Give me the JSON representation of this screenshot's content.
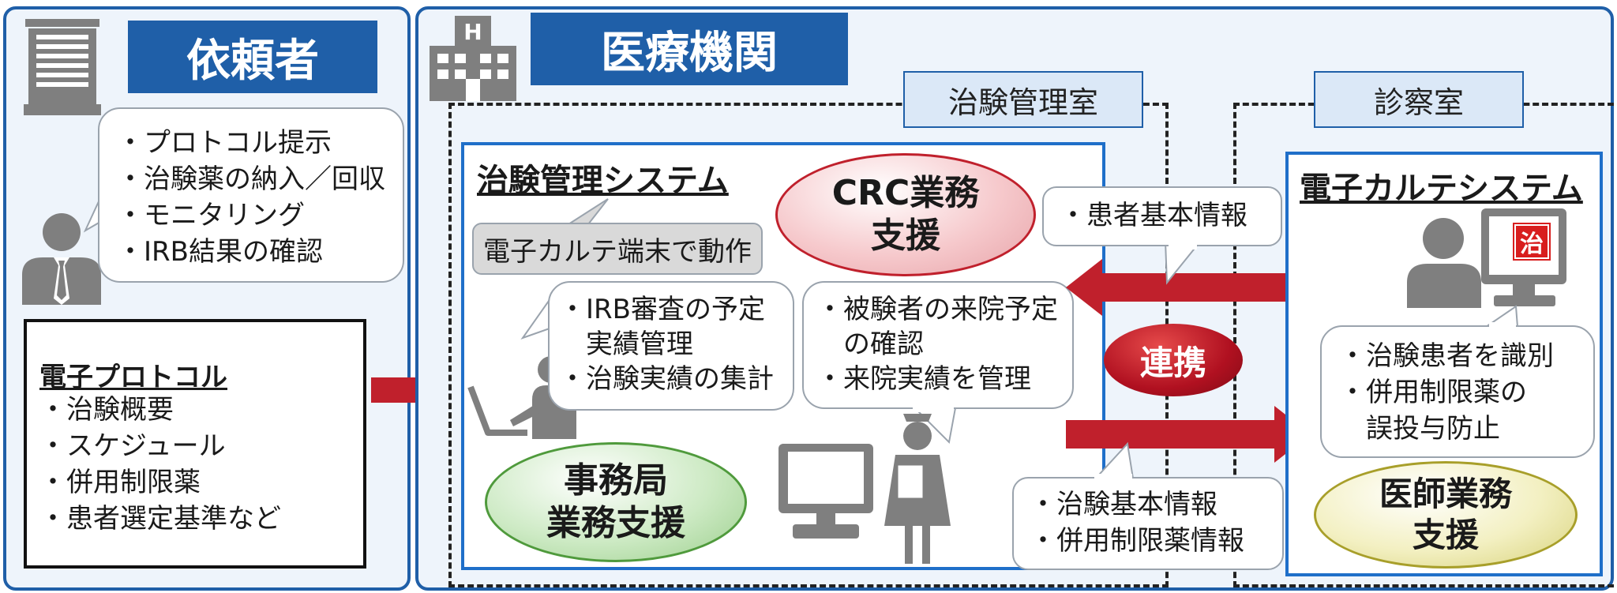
{
  "requester": {
    "title": "依頼者",
    "bubble_items": [
      "・プロトコル提示",
      "・治験薬の納入／回収",
      "・モニタリング",
      "・IRB結果の確認"
    ],
    "protocol_heading": "電子プロトコル",
    "protocol_items": [
      "・治験概要",
      "・スケジュール",
      "・併用制限薬",
      "・患者選定基準など"
    ]
  },
  "institution": {
    "title": "医療機関",
    "trial_room_label": "治験管理室",
    "exam_room_label": "診察室",
    "trial_system_heading": "治験管理システム",
    "terminal_note": "電子カルテ端末で動作",
    "office_bubble_items": [
      "・IRB審査の予定",
      "　実績管理",
      "・治験実績の集計"
    ],
    "crc_bubble_items": [
      "・被験者の来院予定",
      "　の確認",
      "・来院実績を管理"
    ],
    "crc_ellipse": [
      "CRC業務",
      "支援"
    ],
    "office_ellipse": [
      "事務局",
      "業務支援"
    ],
    "link_label": "連携",
    "patient_info_items": [
      "・患者基本情報"
    ],
    "trial_info_items": [
      "・治験基本情報",
      "・併用制限薬情報"
    ],
    "emr_heading": "電子カルテシステム",
    "emr_badge": "治",
    "emr_bubble_items": [
      "・治験患者を識別",
      "・併用制限薬の",
      "　誤投与防止"
    ],
    "doctor_ellipse": [
      "医師業務",
      "支援"
    ]
  },
  "colors": {
    "panel_border": "#1f5fa8",
    "panel_fill": "#eef4fb",
    "arrow_red": "#c0202c",
    "crc_ellipse": "#f6c9cc",
    "office_ellipse": "#cdeac4",
    "doctor_ellipse": "#f3f0c2",
    "icon_gray": "#7f7f7f"
  }
}
